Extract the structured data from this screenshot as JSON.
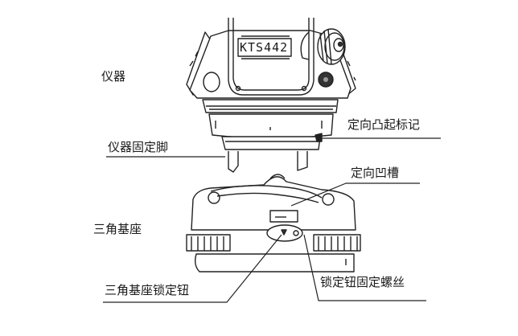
{
  "diagram": {
    "type": "labeled instrument illustration",
    "model_plate": "KTS442",
    "labels": {
      "instrument": "仪器",
      "orientation_bump_mark": "定向凸起标记",
      "instrument_fixing_foot": "仪器固定脚",
      "orientation_groove": "定向凹槽",
      "tribrach": "三角基座",
      "tribrach_lock_knob": "三角基座锁定钮",
      "lock_knob_fixing_screw": "锁定钮固定螺丝"
    }
  }
}
